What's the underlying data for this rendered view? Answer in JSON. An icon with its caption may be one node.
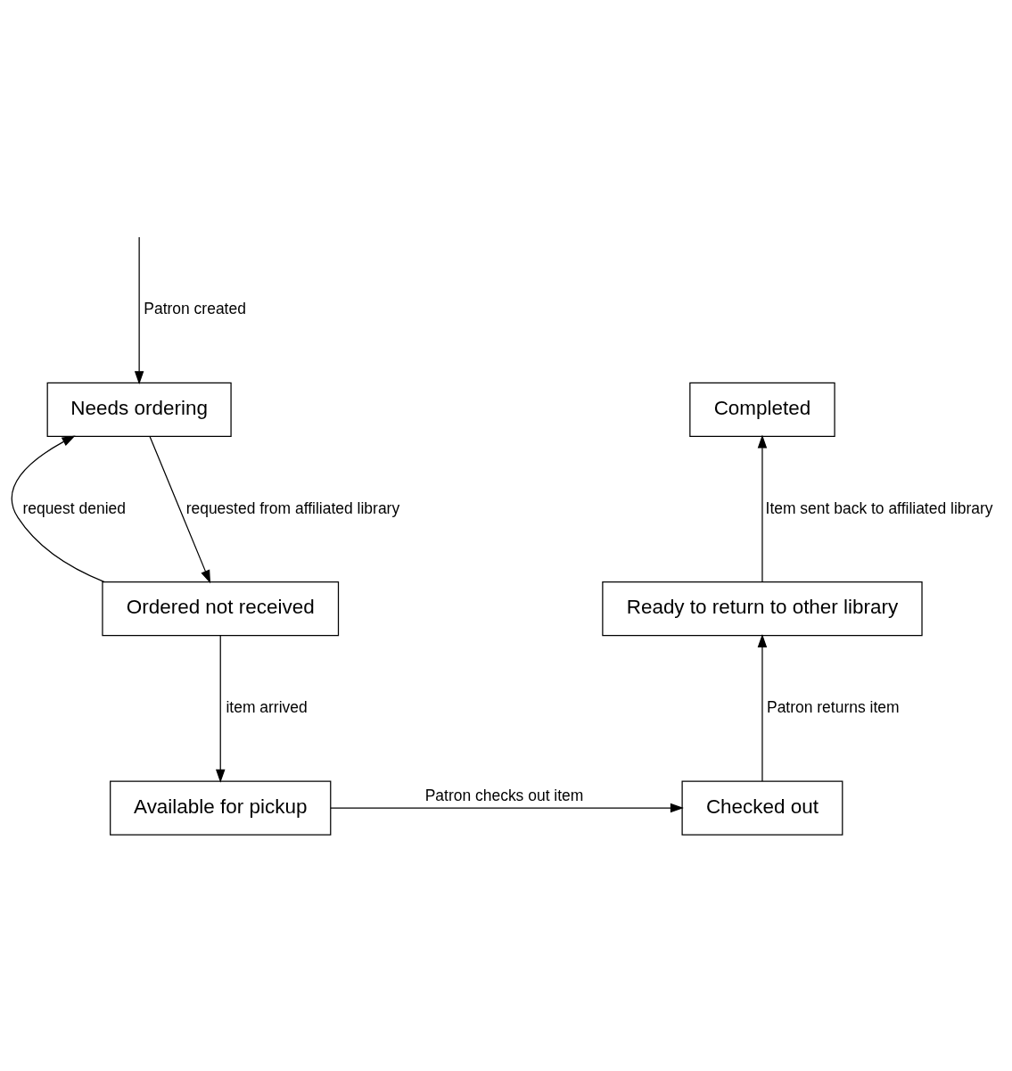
{
  "diagram": {
    "nodes": [
      {
        "text": [
          "Completed"
        ]
      },
      {
        "text": [
          "Needs ordering"
        ]
      },
      {
        "text": [
          "Ready to return to other library"
        ]
      },
      {
        "text": [
          "Ordered not received"
        ]
      },
      {
        "text": [
          "Checked out"
        ]
      },
      {
        "text": [
          "Available for pickup"
        ]
      }
    ],
    "edges": [
      {
        "from": null,
        "to": 1,
        "arrow": "to",
        "label": "Patron created"
      },
      {
        "from": 1,
        "to": 3,
        "arrow": "to",
        "label": "requested from affiliated library"
      },
      {
        "from": 3,
        "to": 1,
        "arrow": "to",
        "label": "request denied"
      },
      {
        "from": 3,
        "to": 5,
        "arrow": "to",
        "label": "item arrived"
      },
      {
        "from": 5,
        "to": 4,
        "arrow": "to",
        "label": "Patron checks out item"
      },
      {
        "from": 4,
        "to": 2,
        "arrow": "to",
        "label": "Patron returns item"
      },
      {
        "from": 2,
        "to": 0,
        "arrow": "to",
        "label": "Item sent back to affiliated library"
      }
    ]
  }
}
